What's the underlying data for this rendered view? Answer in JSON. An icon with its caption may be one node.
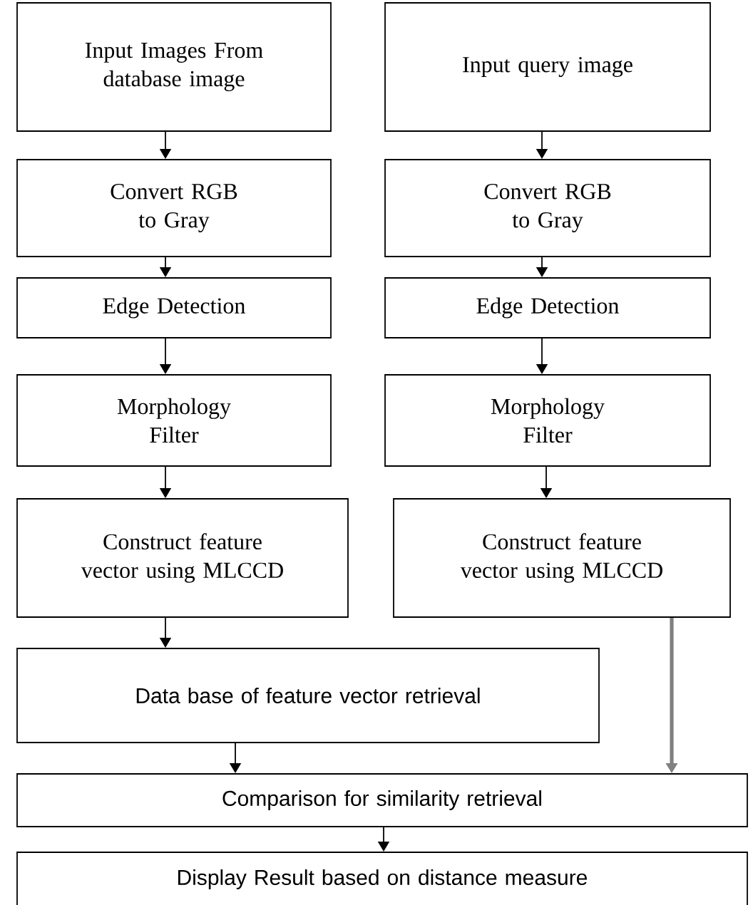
{
  "diagram": {
    "nodes": [
      {
        "text": [
          "Input Images From database image"
        ]
      },
      {
        "text": [
          "Input query image"
        ]
      },
      {
        "text": [
          "Convert RGB to Gray"
        ]
      },
      {
        "text": [
          "Convert RGB to Gray"
        ]
      },
      {
        "text": [
          "Edge Detection"
        ]
      },
      {
        "text": [
          "Edge Detection"
        ]
      },
      {
        "text": [
          "Morphology Filter"
        ]
      },
      {
        "text": [
          "Morphology Filter"
        ]
      },
      {
        "text": [
          "Construct feature vector using MLCCD"
        ]
      },
      {
        "text": [
          "Construct feature vector using MLCCD"
        ]
      },
      {
        "text": [
          "Data base of feature vector retrieval"
        ]
      },
      {
        "text": [
          "Comparison for similarity retrieval"
        ]
      },
      {
        "text": [
          "Display Result based on distance measure"
        ]
      }
    ],
    "edges": [
      {
        "from": 0,
        "to": 2,
        "arrow": "to"
      },
      {
        "from": 2,
        "to": 4,
        "arrow": "to"
      },
      {
        "from": 4,
        "to": 6,
        "arrow": "to"
      },
      {
        "from": 6,
        "to": 8,
        "arrow": "to"
      },
      {
        "from": 1,
        "to": 3,
        "arrow": "to"
      },
      {
        "from": 3,
        "to": 5,
        "arrow": "to"
      },
      {
        "from": 5,
        "to": 7,
        "arrow": "to"
      },
      {
        "from": 7,
        "to": 9,
        "arrow": "to"
      },
      {
        "from": 8,
        "to": 10,
        "arrow": "to"
      },
      {
        "from": 10,
        "to": 11,
        "arrow": "to"
      },
      {
        "from": 9,
        "to": 11,
        "arrow": "to",
        "style": "thick",
        "color": "#808080"
      },
      {
        "from": 11,
        "to": 12,
        "arrow": "to"
      }
    ]
  }
}
